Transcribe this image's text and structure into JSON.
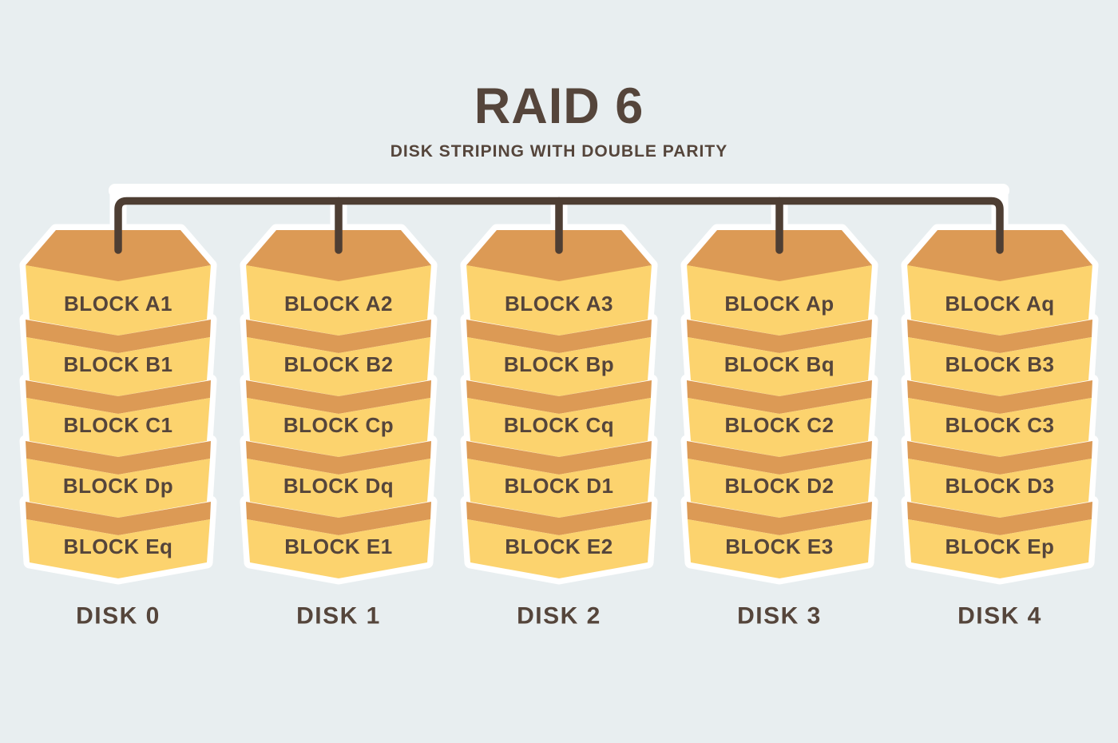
{
  "title": "RAID 6",
  "subtitle": "DISK STRIPING WITH DOUBLE PARITY",
  "colors": {
    "background": "#e8eef0",
    "block_yellow": "#fcd36e",
    "cap_orange": "#dc9a55",
    "outline_white": "#ffffff",
    "wire_brown": "#4e3e33",
    "text_brown": "#55453b"
  },
  "disks": [
    {
      "label": "DISK 0",
      "blocks": [
        "BLOCK A1",
        "BLOCK B1",
        "BLOCK C1",
        "BLOCK Dp",
        "BLOCK Eq"
      ]
    },
    {
      "label": "DISK 1",
      "blocks": [
        "BLOCK A2",
        "BLOCK B2",
        "BLOCK Cp",
        "BLOCK Dq",
        "BLOCK E1"
      ]
    },
    {
      "label": "DISK 2",
      "blocks": [
        "BLOCK A3",
        "BLOCK Bp",
        "BLOCK Cq",
        "BLOCK D1",
        "BLOCK E2"
      ]
    },
    {
      "label": "DISK 3",
      "blocks": [
        "BLOCK Ap",
        "BLOCK Bq",
        "BLOCK C2",
        "BLOCK D2",
        "BLOCK E3"
      ]
    },
    {
      "label": "DISK 4",
      "blocks": [
        "BLOCK Aq",
        "BLOCK B3",
        "BLOCK C3",
        "BLOCK D3",
        "BLOCK Ep"
      ]
    }
  ]
}
